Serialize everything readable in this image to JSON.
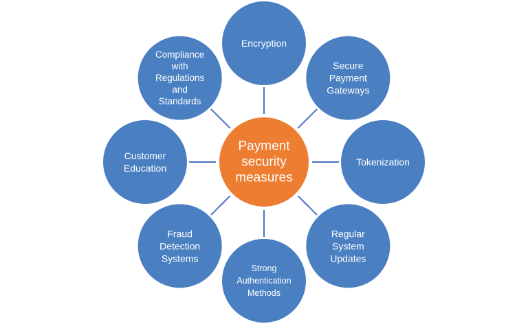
{
  "colors": {
    "center_fill": "#ED7D31",
    "outer_fill": "#4A7FC1",
    "outer_stroke": "#ffffff",
    "connector": "#4472C4",
    "text": "#ffffff"
  },
  "center": {
    "label_lines": [
      "Payment",
      "security",
      "measures"
    ]
  },
  "nodes": [
    {
      "id": "encryption",
      "label_lines": [
        "Encryption"
      ]
    },
    {
      "id": "secure-payment-gateways",
      "label_lines": [
        "Secure",
        "Payment",
        "Gateways"
      ]
    },
    {
      "id": "tokenization",
      "label_lines": [
        "Tokenization"
      ]
    },
    {
      "id": "regular-system-updates",
      "label_lines": [
        "Regular",
        "System",
        "Updates"
      ]
    },
    {
      "id": "strong-authentication-methods",
      "label_lines": [
        "Strong",
        "Authentication",
        "Methods"
      ]
    },
    {
      "id": "fraud-detection-systems",
      "label_lines": [
        "Fraud",
        "Detection",
        "Systems"
      ]
    },
    {
      "id": "customer-education",
      "label_lines": [
        "Customer",
        "Education"
      ]
    },
    {
      "id": "compliance-with-regulations-and-standards",
      "label_lines": [
        "Compliance",
        "with",
        "Regulations",
        "and",
        "Standards"
      ]
    }
  ]
}
